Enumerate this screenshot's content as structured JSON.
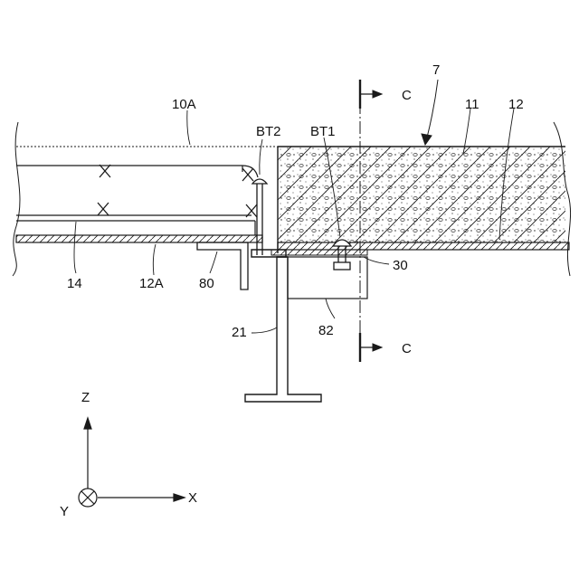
{
  "labels": {
    "ref_7": "7",
    "ref_10A": "10A",
    "ref_11": "11",
    "ref_12": "12",
    "ref_14": "14",
    "ref_12A": "12A",
    "ref_80": "80",
    "ref_82": "82",
    "ref_21": "21",
    "ref_30": "30",
    "ref_BT1": "BT1",
    "ref_BT2": "BT2",
    "section_top": "C",
    "section_bottom": "C"
  },
  "axes": {
    "z": "Z",
    "x": "X",
    "y": "Y"
  },
  "colors": {
    "line": "#1a1a1a",
    "fill": "#ffffff"
  }
}
